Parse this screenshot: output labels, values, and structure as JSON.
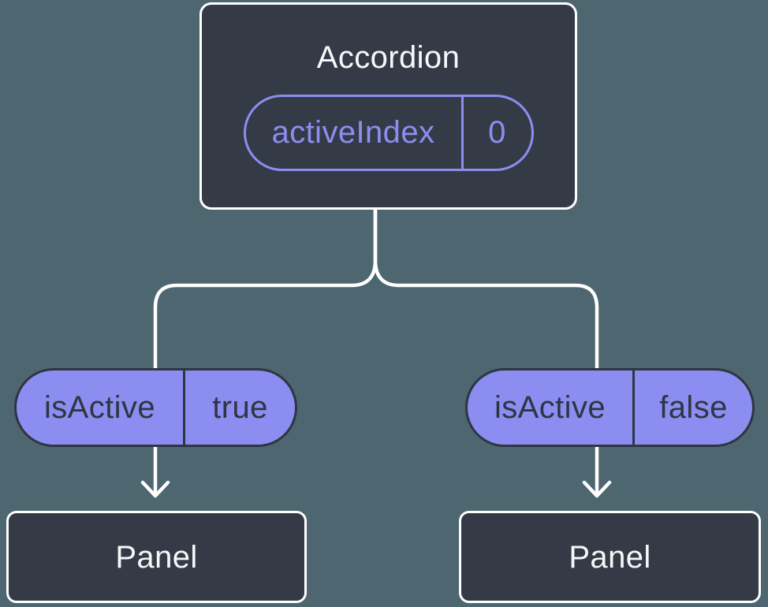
{
  "diagram": {
    "type": "component-tree",
    "root": {
      "label": "Accordion",
      "state_name": "activeIndex",
      "state_value": "0"
    },
    "children": [
      {
        "prop_name": "isActive",
        "prop_value": "true",
        "label": "Panel"
      },
      {
        "prop_name": "isActive",
        "prop_value": "false",
        "label": "Panel"
      }
    ],
    "colors": {
      "background": "#4D6670",
      "node_fill": "#353B46",
      "node_border": "#FFFFFF",
      "accent_purple": "#8B8EF0",
      "pill_text_dark": "#2F3542",
      "connector": "#FFFFFF",
      "title_text": "#F6F7F9"
    }
  }
}
